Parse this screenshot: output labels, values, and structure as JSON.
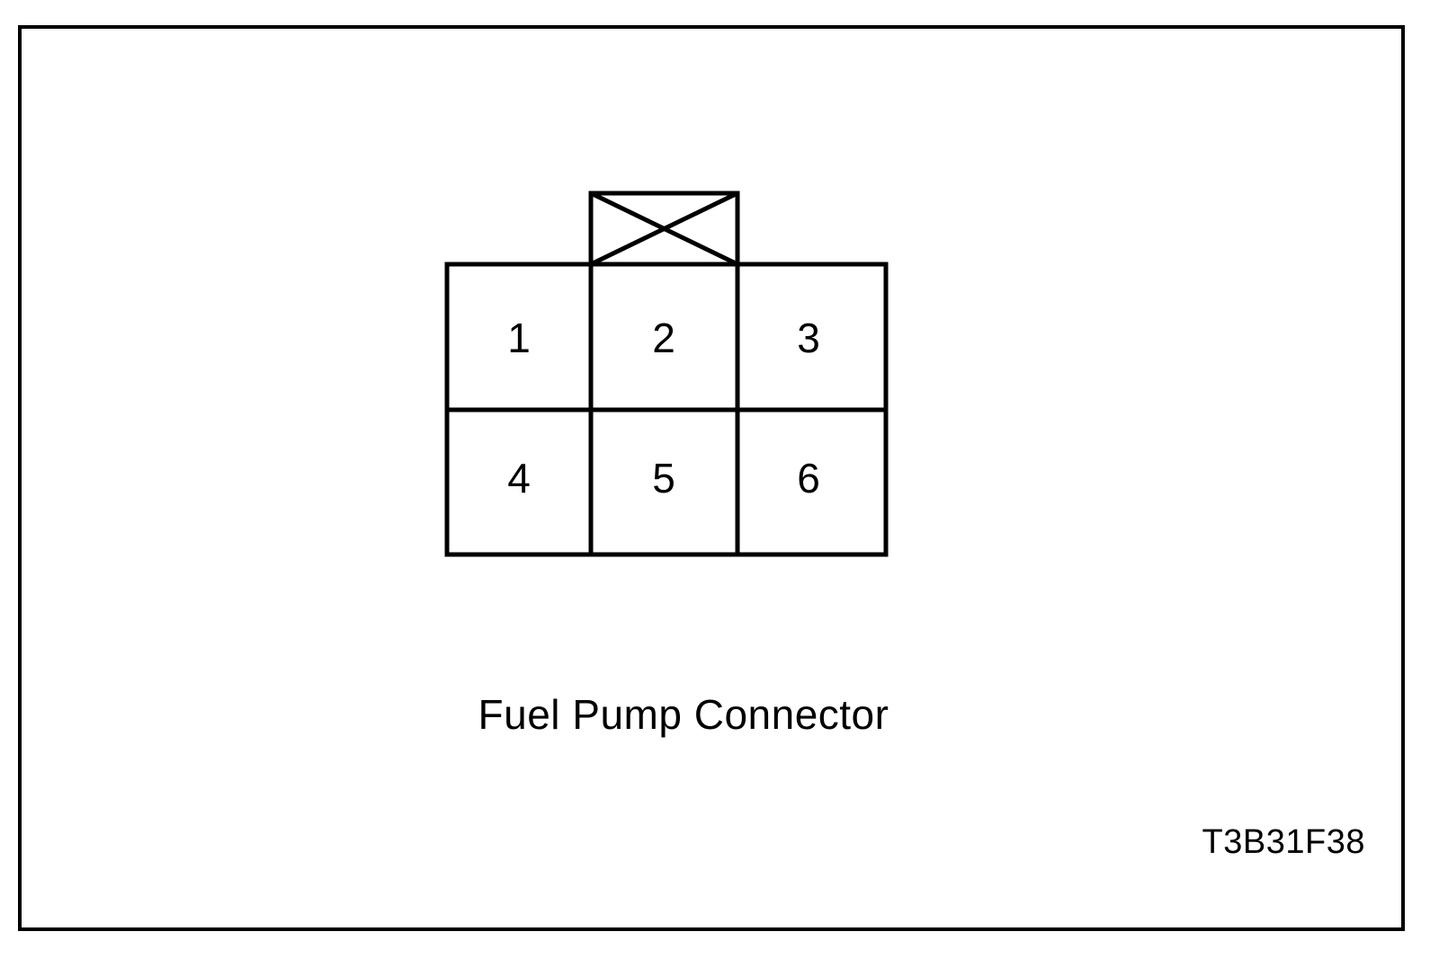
{
  "figure": {
    "caption": "Fuel Pump Connector",
    "reference_code": "T3B31F38",
    "frame_color": "#000000",
    "background_color": "#ffffff",
    "line_color": "#000000"
  },
  "connector": {
    "type": "6-pin rectangular connector diagram",
    "rows": 2,
    "columns": 3,
    "locking_tab": {
      "present": true,
      "position": "top-center",
      "marking": "diagonal-cross"
    },
    "pins": [
      {
        "number": "1",
        "row": 1,
        "column": 1
      },
      {
        "number": "2",
        "row": 1,
        "column": 2
      },
      {
        "number": "3",
        "row": 1,
        "column": 3
      },
      {
        "number": "4",
        "row": 2,
        "column": 1
      },
      {
        "number": "5",
        "row": 2,
        "column": 2
      },
      {
        "number": "6",
        "row": 2,
        "column": 3
      }
    ]
  }
}
